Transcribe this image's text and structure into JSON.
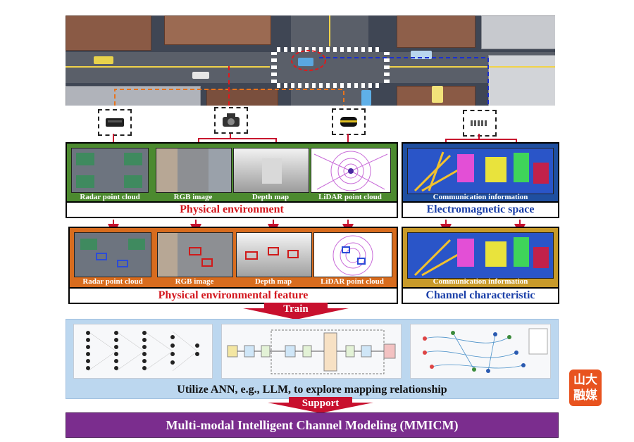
{
  "physical_environment": {
    "thumbnails": [
      {
        "label": "Radar point cloud"
      },
      {
        "label": "RGB image"
      },
      {
        "label": "Depth map"
      },
      {
        "label": "LiDAR point cloud"
      }
    ],
    "caption": "Physical environment"
  },
  "electromagnetic_space": {
    "thumbnail_label": "Communication information",
    "caption": "Electromagnetic space"
  },
  "physical_feature": {
    "thumbnails": [
      {
        "label": "Radar point cloud"
      },
      {
        "label": "RGB image"
      },
      {
        "label": "Depth map"
      },
      {
        "label": "LiDAR point cloud"
      }
    ],
    "caption": "Physical environmental feature"
  },
  "channel_characteristic": {
    "thumbnail_label": "Communication information",
    "caption": "Channel characteristic"
  },
  "train_label": "Train",
  "ann_caption": "Utilize ANN, e.g., LLM, to explore mapping relationship",
  "support_label": "Support",
  "mmicm_label": "Multi-modal Intelligent Channel Modeling (MMICM)",
  "watermark": "山大融媒",
  "colors": {
    "environment_panel": "#4c8a2f",
    "feature_panel": "#d86c1e",
    "em_panel": "#1f4fa0",
    "channel_panel": "#c89a2a",
    "red_caption": "#d3171e",
    "blue_caption": "#1a3fa8",
    "mmicm_bar": "#7b2d8e",
    "arrow": "#c8102e"
  }
}
